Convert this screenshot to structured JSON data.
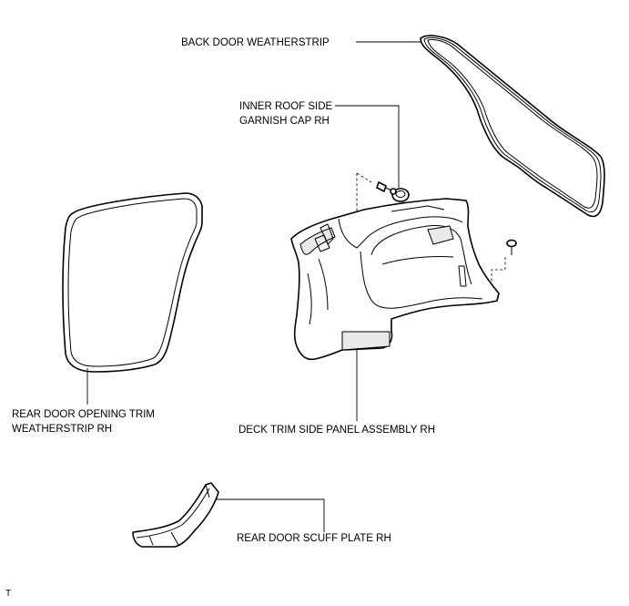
{
  "labels": {
    "back_door_weatherstrip": "BACK DOOR WEATHERSTRIP",
    "inner_roof_side_garnish_cap_line1": "INNER ROOF SIDE",
    "inner_roof_side_garnish_cap_line2": "GARNISH CAP RH",
    "rear_door_opening_trim_line1": "REAR DOOR OPENING TRIM",
    "rear_door_opening_trim_line2": "WEATHERSTRIP RH",
    "deck_trim_side_panel": "DECK TRIM SIDE PANEL ASSEMBLY RH",
    "rear_door_scuff_plate": "REAR DOOR SCUFF PLATE RH"
  },
  "corner_mark": "T"
}
